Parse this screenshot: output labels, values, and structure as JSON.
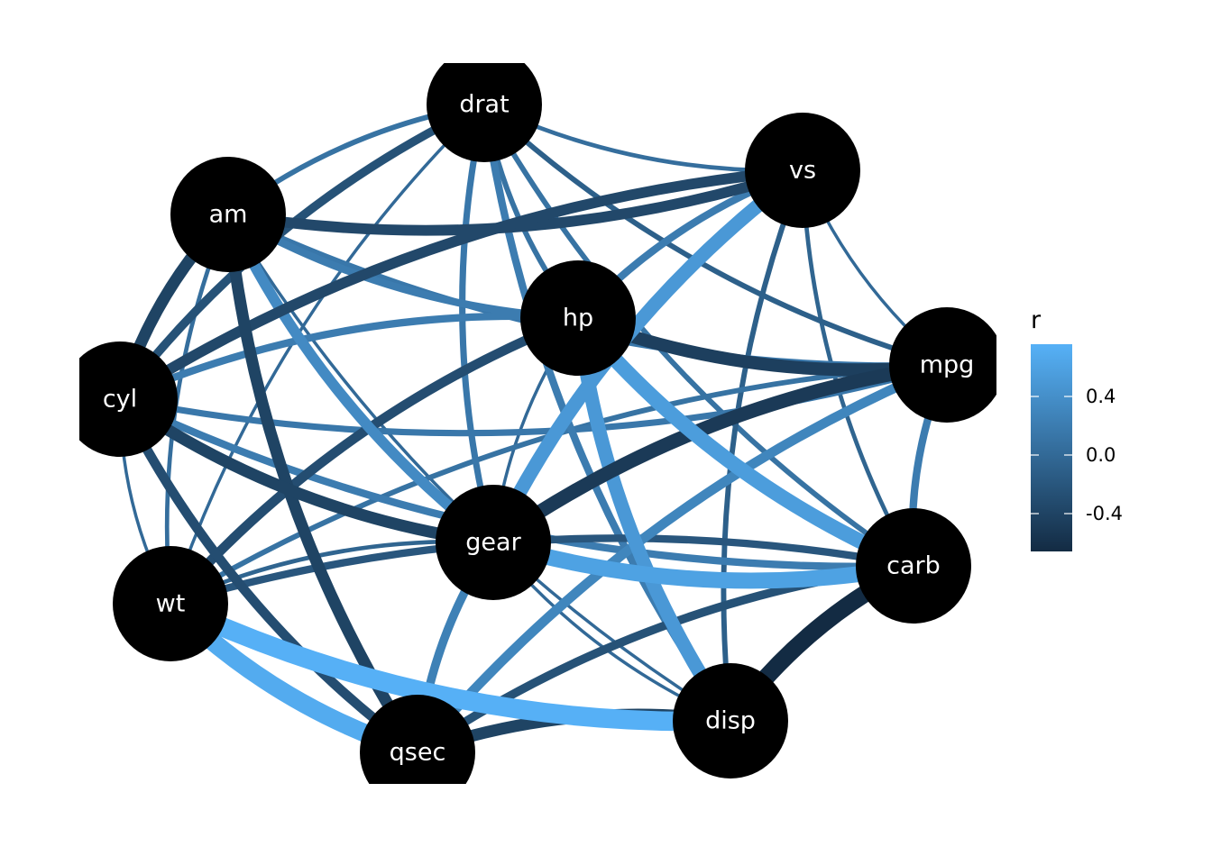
{
  "chart_data": {
    "type": "network",
    "title": "",
    "nodes": [
      "drat",
      "vs",
      "am",
      "hp",
      "mpg",
      "cyl",
      "gear",
      "carb",
      "wt",
      "disp",
      "qsec"
    ],
    "edges": [
      {
        "from": "drat",
        "to": "vs",
        "r": 0.05
      },
      {
        "from": "drat",
        "to": "am",
        "r": 0.1
      },
      {
        "from": "drat",
        "to": "cyl",
        "r": -0.25
      },
      {
        "from": "drat",
        "to": "hp",
        "r": 0.1
      },
      {
        "from": "drat",
        "to": "gear",
        "r": 0.15
      },
      {
        "from": "drat",
        "to": "wt",
        "r": 0.0
      },
      {
        "from": "drat",
        "to": "carb",
        "r": 0.1
      },
      {
        "from": "drat",
        "to": "mpg",
        "r": -0.1
      },
      {
        "from": "drat",
        "to": "disp",
        "r": 0.2
      },
      {
        "from": "am",
        "to": "vs",
        "r": -0.35
      },
      {
        "from": "am",
        "to": "hp",
        "r": 0.2
      },
      {
        "from": "am",
        "to": "mpg",
        "r": 0.15
      },
      {
        "from": "am",
        "to": "gear",
        "r": 0.35
      },
      {
        "from": "am",
        "to": "disp",
        "r": 0.0
      },
      {
        "from": "am",
        "to": "qsec",
        "r": -0.4
      },
      {
        "from": "am",
        "to": "cyl",
        "r": -0.4
      },
      {
        "from": "am",
        "to": "wt",
        "r": 0.05
      },
      {
        "from": "vs",
        "to": "cyl",
        "r": -0.35
      },
      {
        "from": "vs",
        "to": "hp",
        "r": 0.2
      },
      {
        "from": "vs",
        "to": "gear",
        "r": 0.5
      },
      {
        "from": "vs",
        "to": "disp",
        "r": -0.1
      },
      {
        "from": "vs",
        "to": "mpg",
        "r": 0.0
      },
      {
        "from": "vs",
        "to": "carb",
        "r": -0.05
      },
      {
        "from": "hp",
        "to": "cyl",
        "r": 0.2
      },
      {
        "from": "hp",
        "to": "mpg",
        "r": -0.45
      },
      {
        "from": "hp",
        "to": "wt",
        "r": -0.3
      },
      {
        "from": "hp",
        "to": "disp",
        "r": 0.5
      },
      {
        "from": "hp",
        "to": "gear",
        "r": 0.0
      },
      {
        "from": "hp",
        "to": "carb",
        "r": 0.55
      },
      {
        "from": "cyl",
        "to": "mpg",
        "r": 0.15
      },
      {
        "from": "cyl",
        "to": "gear",
        "r": -0.4
      },
      {
        "from": "cyl",
        "to": "carb",
        "r": 0.2
      },
      {
        "from": "cyl",
        "to": "wt",
        "r": 0.0
      },
      {
        "from": "cyl",
        "to": "qsec",
        "r": -0.3
      },
      {
        "from": "mpg",
        "to": "gear",
        "r": -0.5
      },
      {
        "from": "mpg",
        "to": "wt",
        "r": 0.1
      },
      {
        "from": "mpg",
        "to": "carb",
        "r": 0.2
      },
      {
        "from": "mpg",
        "to": "qsec",
        "r": 0.3
      },
      {
        "from": "gear",
        "to": "carb",
        "r": 0.6
      },
      {
        "from": "gear",
        "to": "wt",
        "r": -0.05
      },
      {
        "from": "gear",
        "to": "disp",
        "r": 0.0
      },
      {
        "from": "gear",
        "to": "qsec",
        "r": 0.25
      },
      {
        "from": "carb",
        "to": "wt",
        "r": -0.2
      },
      {
        "from": "carb",
        "to": "disp",
        "r": -0.66
      },
      {
        "from": "carb",
        "to": "qsec",
        "r": -0.25
      },
      {
        "from": "wt",
        "to": "qsec",
        "r": 0.7
      },
      {
        "from": "wt",
        "to": "disp",
        "r": 0.75
      },
      {
        "from": "disp",
        "to": "qsec",
        "r": -0.4
      }
    ],
    "legend": {
      "title": "r",
      "ticks": [
        {
          "value": 0.4,
          "label": "0.4"
        },
        {
          "value": 0.0,
          "label": "0.0"
        },
        {
          "value": -0.4,
          "label": "-0.4"
        }
      ],
      "range": [
        -0.66,
        0.76
      ],
      "placement": "right"
    },
    "colors": {
      "low": "#132B43",
      "high": "#56B1F7",
      "node": "#000000",
      "label": "#ffffff"
    }
  }
}
